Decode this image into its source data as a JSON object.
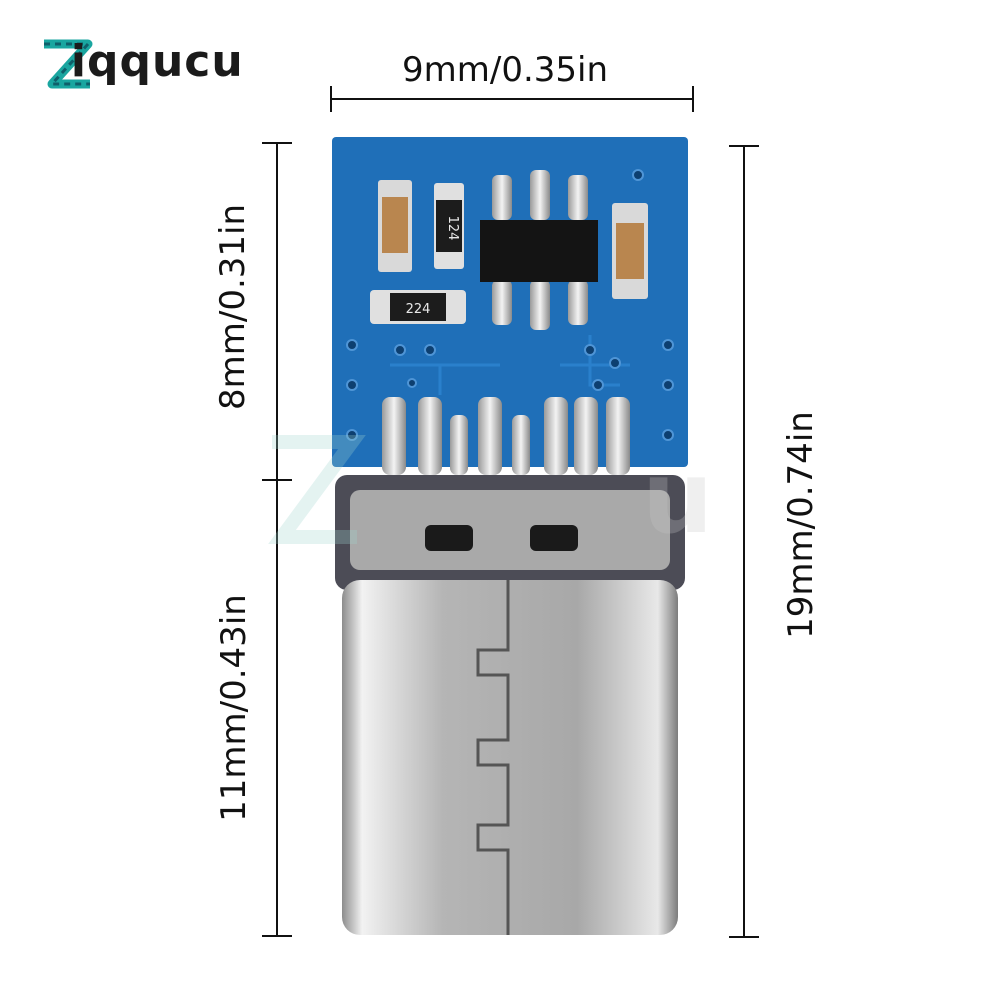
{
  "brand": {
    "name": "Ziqqucu"
  },
  "dimensions": {
    "width_label": "9mm/0.35in",
    "pcb_height_label": "8mm/0.31in",
    "connector_height_label": "11mm/0.43in",
    "total_height_label": "19mm/0.74in"
  },
  "components": {
    "resistor_1": "124",
    "resistor_2": "224"
  },
  "colors": {
    "pcb": "#1f6fb8",
    "metal": "#b9b9b9",
    "logo_accent": "#1aa6a0"
  }
}
